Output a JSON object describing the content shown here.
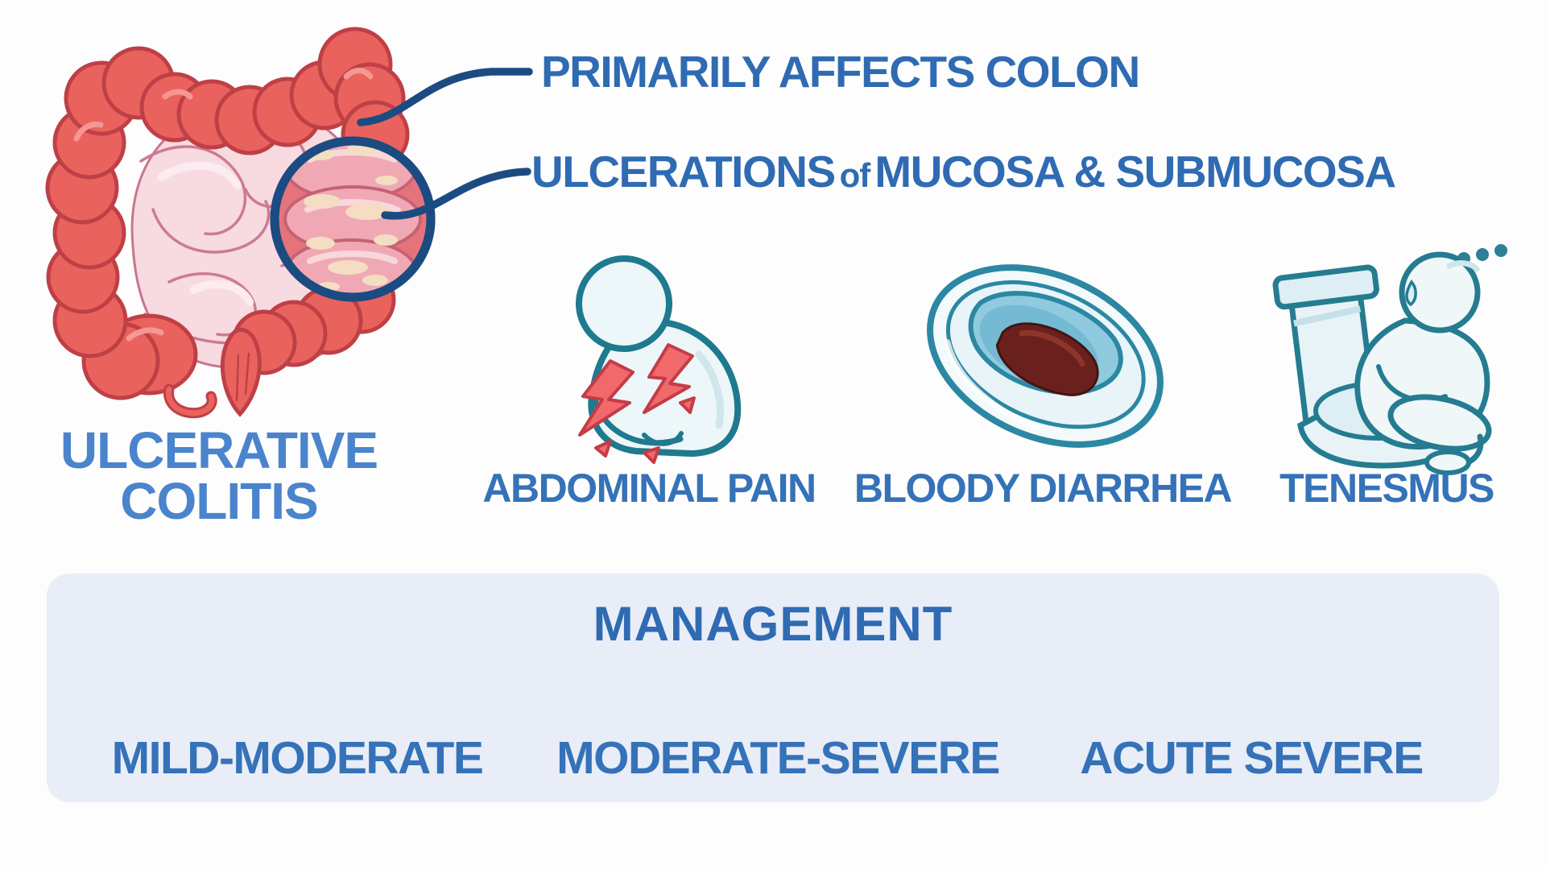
{
  "title": {
    "line1": "ULCERATIVE",
    "line2": "COLITIS"
  },
  "callouts": {
    "primary": "PRIMARILY AFFECTS COLON",
    "ulcerations": {
      "lead": "ULCERATIONS",
      "connector": "of",
      "rest": "MUCOSA & SUBMUCOSA"
    }
  },
  "symptoms": [
    {
      "label": "ABDOMINAL PAIN",
      "icon": "person-clutching-stomach-icon"
    },
    {
      "label": "BLOODY DIARRHEA",
      "icon": "bedpan-with-blood-icon"
    },
    {
      "label": "TENESMUS",
      "icon": "person-on-toilet-icon"
    }
  ],
  "management": {
    "title": "MANAGEMENT",
    "branches": [
      {
        "label": "MILD-MODERATE"
      },
      {
        "label": "MODERATE-SEVERE"
      },
      {
        "label": "ACUTE SEVERE"
      }
    ]
  },
  "icons": [
    "colon-illustration",
    "ulceration-magnifier-icon",
    "person-clutching-stomach-icon",
    "bedpan-with-blood-icon",
    "person-on-toilet-icon",
    "ellipsis-dots-icon"
  ],
  "colors": {
    "label_blue": "#3572B8",
    "title_blue": "#4A84CC",
    "navy_line": "#1C4B82",
    "colon_red": "#EA625D",
    "colon_outline": "#BE4046",
    "intestine_pink": "#F8DAE1",
    "panel_blue": "#E8EDF8",
    "figure_teal_outline": "#257C90",
    "figure_fill": "#EDF6F8",
    "water_blue": "#8FCADF",
    "blood_maroon": "#6A211D",
    "pain_bolt_red": "#F2696C"
  }
}
